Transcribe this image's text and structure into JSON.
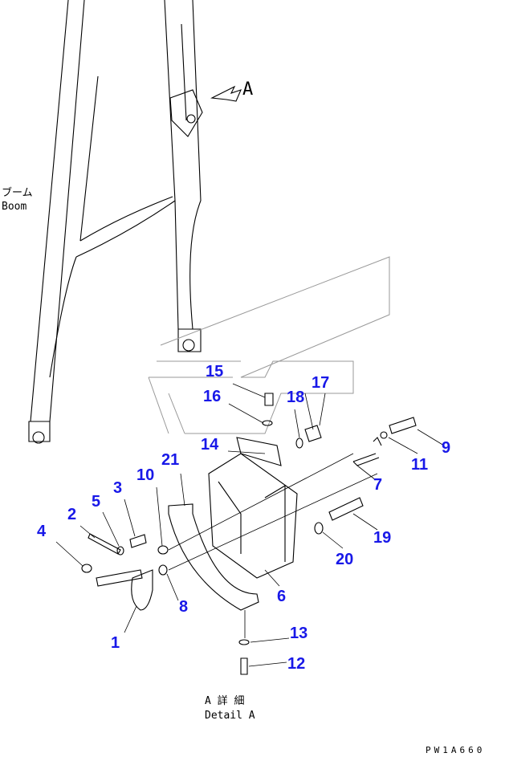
{
  "labels": {
    "boom_jp": "ブーム",
    "boom_en": "Boom",
    "view_arrow": "A",
    "detail_jp": "A 詳 細",
    "detail_en": "Detail A",
    "drawing_code": "PW1A660"
  },
  "callouts": {
    "c1": "1",
    "c2": "2",
    "c3": "3",
    "c4": "4",
    "c5": "5",
    "c6": "6",
    "c7": "7",
    "c8": "8",
    "c9": "9",
    "c10": "10",
    "c11": "11",
    "c12": "12",
    "c13": "13",
    "c14": "14",
    "c15": "15",
    "c16": "16",
    "c17": "17",
    "c18": "18",
    "c19": "19",
    "c20": "20",
    "c21": "21"
  },
  "colors": {
    "callout": "#1818e8"
  }
}
